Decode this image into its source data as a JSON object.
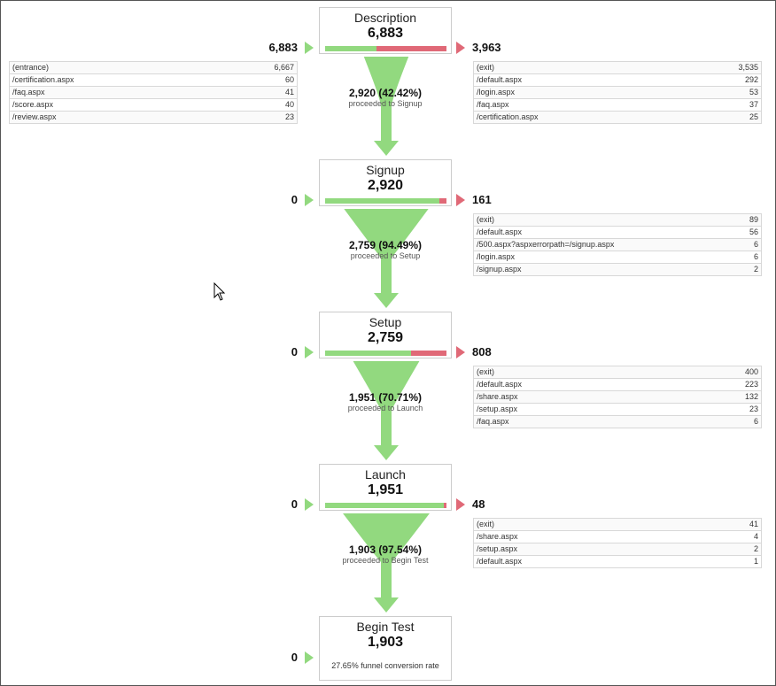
{
  "stages": [
    {
      "name": "Description",
      "count": "6,883",
      "in": "6,883",
      "out": "3,963",
      "proceed_pct": 0.424,
      "flow_main": "2,920 (42.42%)",
      "flow_sub": "proceeded to Signup",
      "entrances": [
        [
          "(entrance)",
          "6,667"
        ],
        [
          "/certification.aspx",
          "60"
        ],
        [
          "/faq.aspx",
          "41"
        ],
        [
          "/score.aspx",
          "40"
        ],
        [
          "/review.aspx",
          "23"
        ]
      ],
      "exits": [
        [
          "(exit)",
          "3,535"
        ],
        [
          "/default.aspx",
          "292"
        ],
        [
          "/login.aspx",
          "53"
        ],
        [
          "/faq.aspx",
          "37"
        ],
        [
          "/certification.aspx",
          "25"
        ]
      ]
    },
    {
      "name": "Signup",
      "count": "2,920",
      "in": "0",
      "out": "161",
      "proceed_pct": 0.945,
      "flow_main": "2,759 (94.49%)",
      "flow_sub": "proceeded to Setup",
      "exits": [
        [
          "(exit)",
          "89"
        ],
        [
          "/default.aspx",
          "56"
        ],
        [
          "/500.aspx?aspxerrorpath=/signup.aspx",
          "6"
        ],
        [
          "/login.aspx",
          "6"
        ],
        [
          "/signup.aspx",
          "2"
        ]
      ]
    },
    {
      "name": "Setup",
      "count": "2,759",
      "in": "0",
      "out": "808",
      "proceed_pct": 0.707,
      "flow_main": "1,951 (70.71%)",
      "flow_sub": "proceeded to Launch",
      "exits": [
        [
          "(exit)",
          "400"
        ],
        [
          "/default.aspx",
          "223"
        ],
        [
          "/share.aspx",
          "132"
        ],
        [
          "/setup.aspx",
          "23"
        ],
        [
          "/faq.aspx",
          "6"
        ]
      ]
    },
    {
      "name": "Launch",
      "count": "1,951",
      "in": "0",
      "out": "48",
      "proceed_pct": 0.975,
      "flow_main": "1,903 (97.54%)",
      "flow_sub": "proceeded to Begin Test",
      "exits": [
        [
          "(exit)",
          "41"
        ],
        [
          "/share.aspx",
          "4"
        ],
        [
          "/setup.aspx",
          "2"
        ],
        [
          "/default.aspx",
          "1"
        ]
      ]
    },
    {
      "name": "Begin Test",
      "count": "1,903",
      "in": "0",
      "note": "27.65% funnel conversion rate"
    }
  ],
  "colors": {
    "proceed": "#92d97f",
    "exit": "#e06977"
  }
}
